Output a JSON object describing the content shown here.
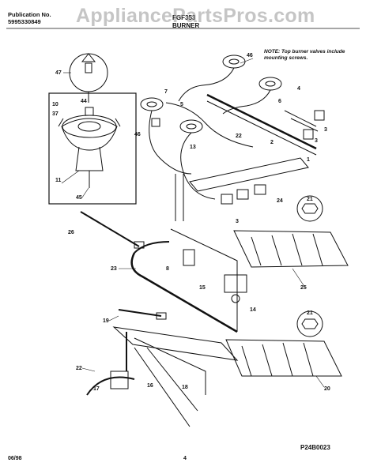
{
  "header": {
    "publication_label": "Publication No.",
    "publication_number": "5995330849",
    "model": "FGF353",
    "section_title": "BURNER",
    "watermark": "AppliancePartsPros.com"
  },
  "note": "NOTE: Top burner valves include mounting screws.",
  "figure_code": "P24B0023",
  "footer": {
    "date": "06/98",
    "page": "4"
  },
  "callouts": [
    "47",
    "10",
    "44",
    "37",
    "46",
    "11",
    "45",
    "7",
    "5",
    "46",
    "13",
    "22",
    "2",
    "1",
    "4",
    "6",
    "3",
    "3",
    "24",
    "21",
    "3",
    "26",
    "8",
    "23",
    "15",
    "14",
    "25",
    "19",
    "21",
    "22",
    "17",
    "16",
    "18",
    "20"
  ]
}
